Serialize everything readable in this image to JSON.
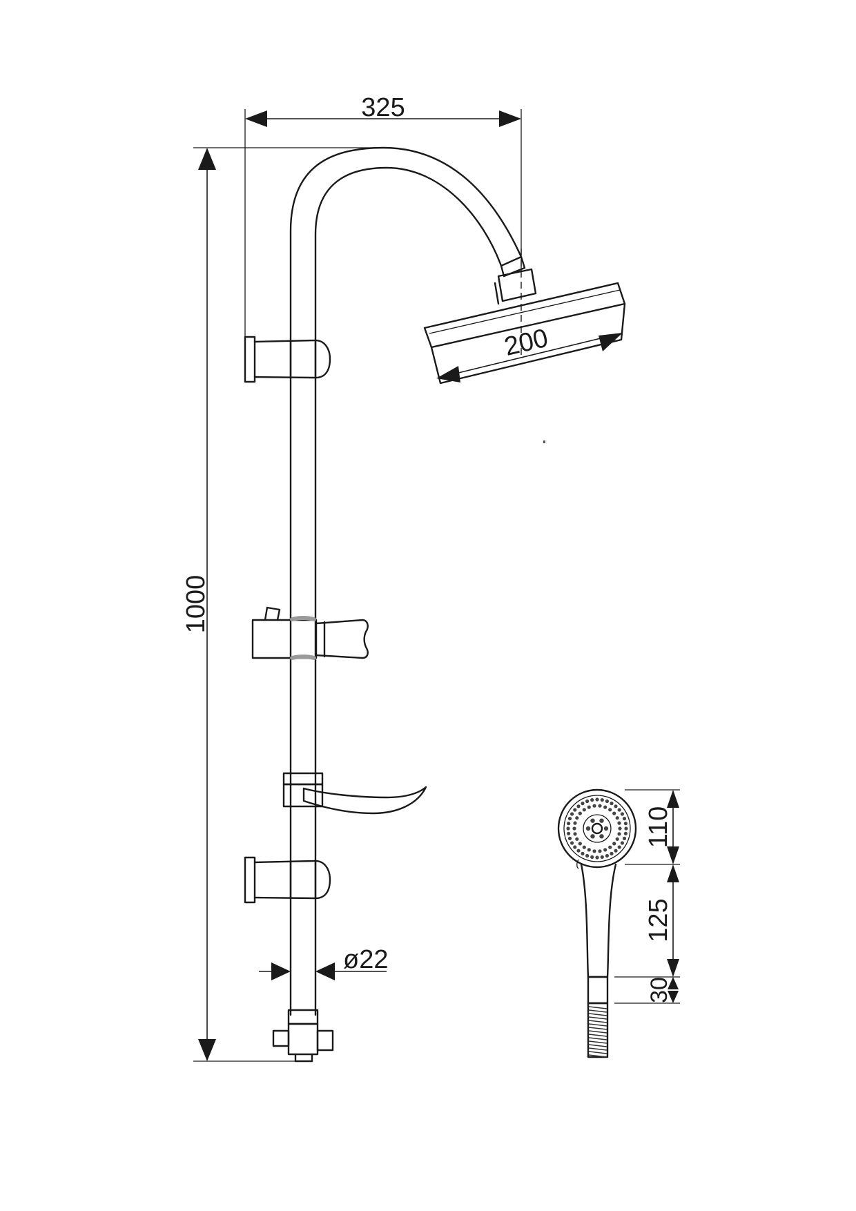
{
  "drawing": {
    "dimensions": {
      "arm_reach": "325",
      "head_diameter": "200",
      "rail_height": "1000",
      "rail_diameter": "ø22",
      "hand_head_height": "110",
      "hand_handle_length": "125",
      "hand_neck_length": "30"
    }
  }
}
